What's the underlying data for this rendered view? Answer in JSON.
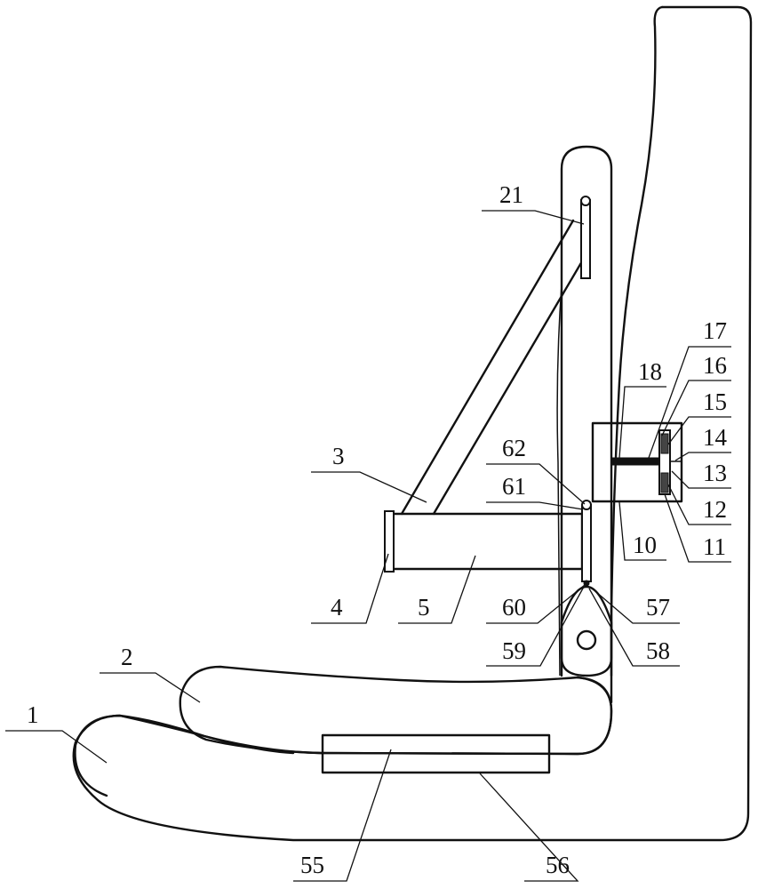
{
  "labels": {
    "l1": "1",
    "l2": "2",
    "l3": "3",
    "l4": "4",
    "l5": "5",
    "l10": "10",
    "l11": "11",
    "l12": "12",
    "l13": "13",
    "l14": "14",
    "l15": "15",
    "l16": "16",
    "l17": "17",
    "l18": "18",
    "l21": "21",
    "l55": "55",
    "l56": "56",
    "l57": "57",
    "l58": "58",
    "l59": "59",
    "l60": "60",
    "l61": "61",
    "l62": "62"
  }
}
